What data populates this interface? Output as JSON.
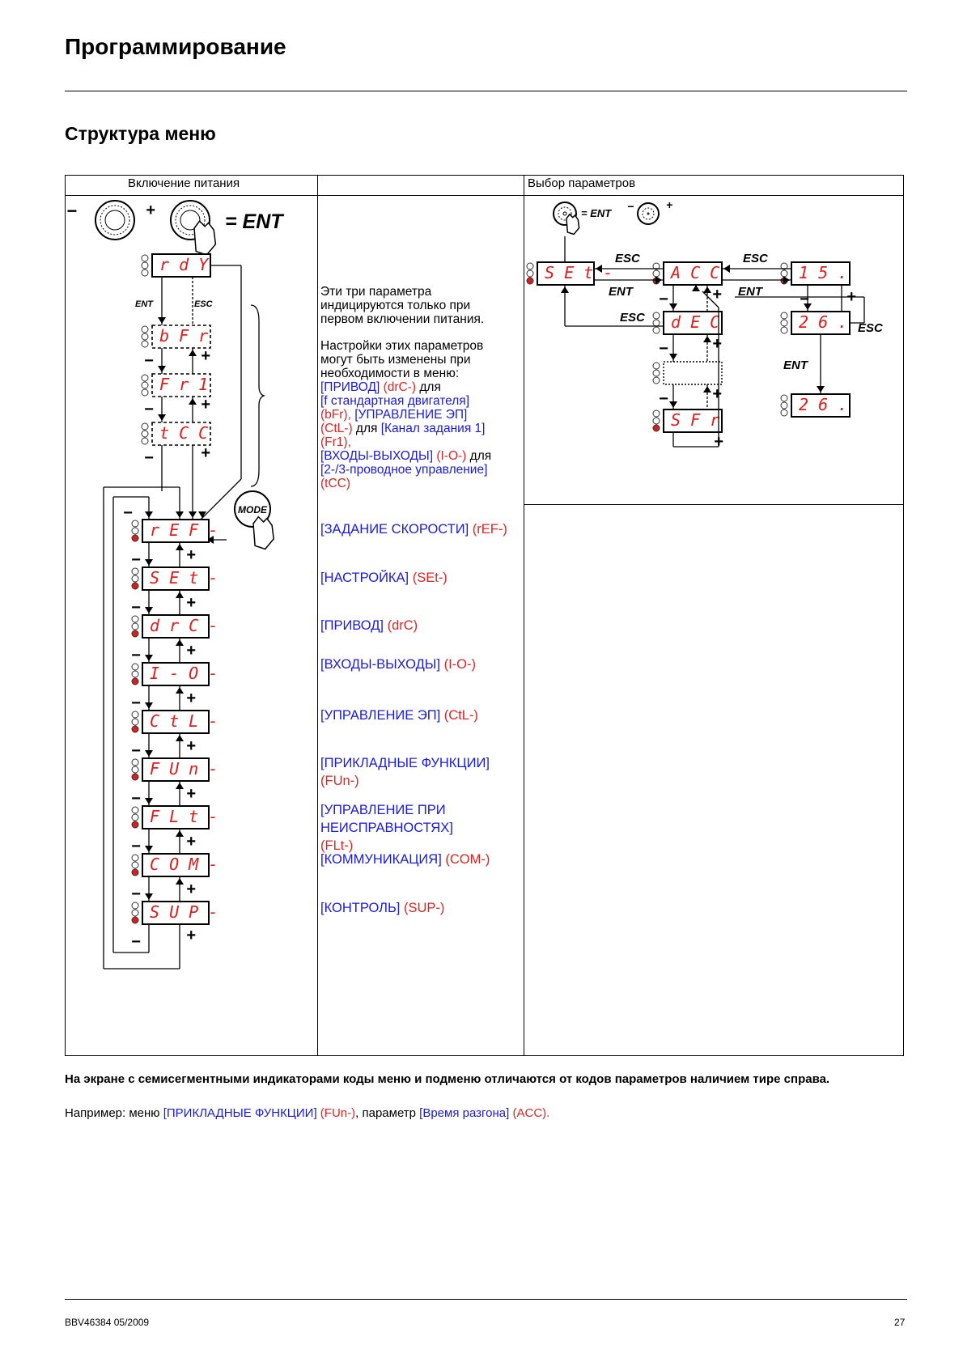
{
  "page": {
    "title": "Программирование",
    "section_title": "Структура меню",
    "footer_doc": "BBV46384 05/2009",
    "footer_page": "27"
  },
  "table": {
    "col1_header": "Включение питания",
    "col3_header": "Выбор параметров"
  },
  "middle_text": {
    "para1": "Эти три параметра индицируются только при первом включении питания.",
    "para2_lines": [
      {
        "parts": [
          {
            "t": "Настройки этих параметров",
            "c": "k"
          }
        ]
      },
      {
        "parts": [
          {
            "t": "могут быть изменены при",
            "c": "k"
          }
        ]
      },
      {
        "parts": [
          {
            "t": "необходимости в меню:",
            "c": "k"
          }
        ]
      },
      {
        "parts": [
          {
            "t": "[ПРИВОД]",
            "c": "b"
          },
          {
            "t": " (drC-)",
            "c": "r"
          },
          {
            "t": " для",
            "c": "k"
          }
        ]
      },
      {
        "parts": [
          {
            "t": "[f  стандартная двигателя]",
            "c": "b"
          }
        ]
      },
      {
        "parts": [
          {
            "t": "(bFr), ",
            "c": "r"
          },
          {
            "t": "[УПРАВЛЕНИЕ ЭП]",
            "c": "b"
          }
        ]
      },
      {
        "parts": [
          {
            "t": "(CtL-)",
            "c": "r"
          },
          {
            "t": " для ",
            "c": "k"
          },
          {
            "t": "[Канал задания 1]",
            "c": "b"
          }
        ]
      },
      {
        "parts": [
          {
            "t": "(Fr1),",
            "c": "r"
          }
        ]
      },
      {
        "parts": [
          {
            "t": "[ВХОДЫ-ВЫХОДЫ]",
            "c": "b"
          },
          {
            "t": " (I-O-)",
            "c": "r"
          },
          {
            "t": " для",
            "c": "k"
          }
        ]
      },
      {
        "parts": [
          {
            "t": "[2-/3-проводное управление]",
            "c": "b"
          }
        ]
      },
      {
        "parts": [
          {
            "t": "(tCC)",
            "c": "r"
          }
        ]
      }
    ]
  },
  "menus": [
    {
      "name": "[ЗАДАНИЕ СКОРОСТИ]",
      "code": " (rEF-)",
      "display": "rEF-"
    },
    {
      "name": "[НАСТРОЙКА]",
      "code": " (SEt-)",
      "display": "SEt-"
    },
    {
      "name": "[ПРИВОД]",
      "code": " (drC)",
      "display": "drC-"
    },
    {
      "name": "[ВХОДЫ-ВЫХОДЫ]",
      "code": " (I-O-)",
      "display": "I-O-"
    },
    {
      "name": "[УПРАВЛЕНИЕ ЭП]",
      "code": " (CtL-)",
      "display": "CtL-"
    },
    {
      "name": "[ПРИКЛАДНЫЕ ФУНКЦИИ]",
      "code": "(FUn-)",
      "display": "FUn-"
    },
    {
      "name": "[УПРАВЛЕНИЕ ПРИ НЕИСПРАВНОСТЯХ]",
      "code": " (FLt-)",
      "display": "FLt-"
    },
    {
      "name": "[КОММУНИКАЦИЯ]",
      "code": " (COM-)",
      "display": "COM-"
    },
    {
      "name": "[КОНТРОЛЬ]",
      "code": " (SUP-)",
      "display": "SUP-"
    }
  ],
  "power_on_displays": [
    "rdY",
    "bFr",
    "Fr1",
    "tCC"
  ],
  "diagram_labels": {
    "ent_eq": "= ENT",
    "ent": "ENT",
    "esc": "ESC",
    "ent_arrow": "ENT",
    "mode": "MODE",
    "plus": "+",
    "minus": "−"
  },
  "param_displays": {
    "set": "SEt-",
    "acc": "ACC",
    "dec": "dEC",
    "sfr": "SFr",
    "v1": "15.",
    "v2": "26.",
    "v3": "26."
  },
  "note": {
    "bold": "На экране с семисегментными индикаторами коды меню и подменю отличаются от кодов параметров наличием тире справа.",
    "example_parts": [
      {
        "t": "Например: меню ",
        "c": "k"
      },
      {
        "t": "[ПРИКЛАДНЫЕ ФУНКЦИИ]",
        "c": "b"
      },
      {
        "t": " (FUn-)",
        "c": "r"
      },
      {
        "t": ", параметр ",
        "c": "k"
      },
      {
        "t": "[Время разгона]",
        "c": "b"
      },
      {
        "t": " (ACC).",
        "c": "r"
      }
    ]
  },
  "colors": {
    "link_blue": "#1a1ae6",
    "code_red": "#e02424",
    "segment_red": "#e41b1b",
    "led_red": "#d61f1f"
  }
}
